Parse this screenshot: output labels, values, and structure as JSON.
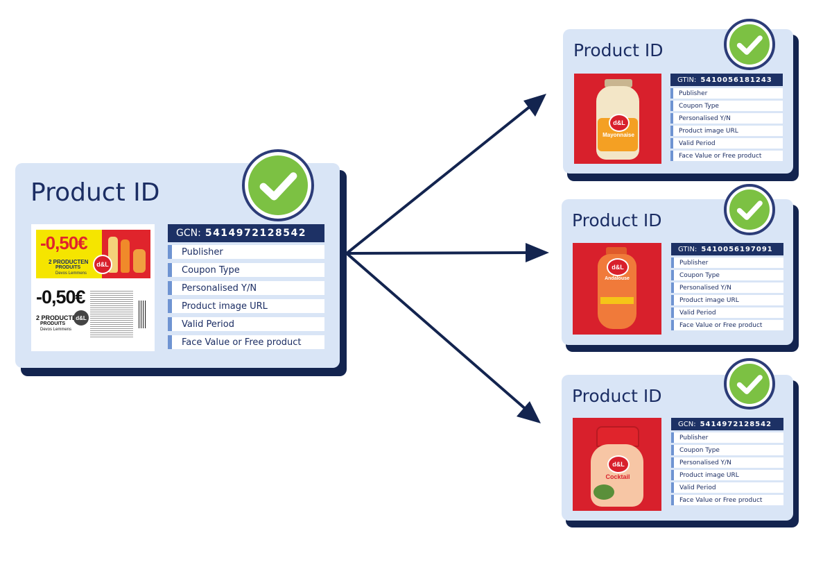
{
  "main_card": {
    "title": "Product ID",
    "id_label": "GCN:",
    "id_value": "5414972128542",
    "fields": [
      "Publisher",
      "Coupon Type",
      "Personalised Y/N",
      "Product image URL",
      "Valid Period",
      "Face Value or Free product"
    ],
    "coupon_top": {
      "price": "-0,50€",
      "line1": "2 PRODUCTEN",
      "line2": "PRODUITS",
      "brand": "Devos Lemmens"
    },
    "coupon_bottom": {
      "price": "-0,50€",
      "line1": "2 PRODUCTEN",
      "line2": "PRODUITS",
      "brand": "Devos Lemmens"
    }
  },
  "result_cards": [
    {
      "title": "Product ID",
      "id_label": "GTIN:",
      "id_value": "5410056181243",
      "fields": [
        "Publisher",
        "Coupon Type",
        "Personalised Y/N",
        "Product image URL",
        "Valid Period",
        "Face Value or Free product"
      ],
      "product_label": "Mayonnaise"
    },
    {
      "title": "Product ID",
      "id_label": "GTIN:",
      "id_value": "5410056197091",
      "fields": [
        "Publisher",
        "Coupon Type",
        "Personalised Y/N",
        "Product image URL",
        "Valid Period",
        "Face Value or Free product"
      ],
      "product_label": "Andalouse"
    },
    {
      "title": "Product ID",
      "id_label": "GCN:",
      "id_value": "5414972128542",
      "fields": [
        "Publisher",
        "Coupon Type",
        "Personalised Y/N",
        "Product image URL",
        "Valid Period",
        "Face Value or Free product"
      ],
      "product_label": "Cocktail"
    }
  ],
  "brand_logo": "d&L",
  "colors": {
    "panel": "#d9e5f6",
    "shadow": "#13244f",
    "header_bar": "#1d3165",
    "field_accent": "#6f94d2",
    "check_green": "#7cc143",
    "product_bg": "#d8202c"
  }
}
